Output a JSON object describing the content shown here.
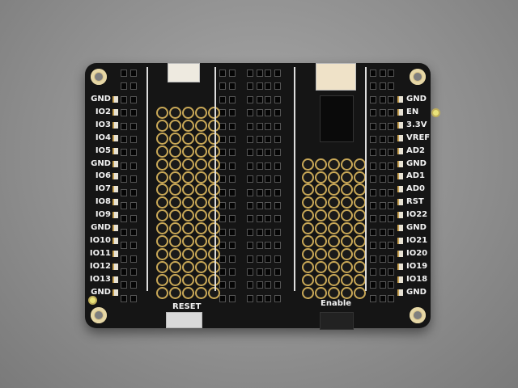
{
  "board": {
    "left_labels": [
      "GND",
      "IO2",
      "IO3",
      "IO4",
      "IO5",
      "GND",
      "IO6",
      "IO7",
      "IO8",
      "IO9",
      "GND",
      "IO10",
      "IO11",
      "IO12",
      "IO13",
      "GND"
    ],
    "right_labels": [
      "GND",
      "EN",
      "3.3V",
      "VREF",
      "AD2",
      "GND",
      "AD1",
      "AD0",
      "RST",
      "IO22",
      "GND",
      "IO21",
      "IO20",
      "IO19",
      "IO18",
      "GND"
    ],
    "reset_label": "RESET",
    "enable_label": "Enable",
    "colors": {
      "board": "#151515",
      "pad_gold": "#c9a857",
      "silkscreen": "#f2f2f2",
      "background": "#8e8e8e"
    }
  }
}
